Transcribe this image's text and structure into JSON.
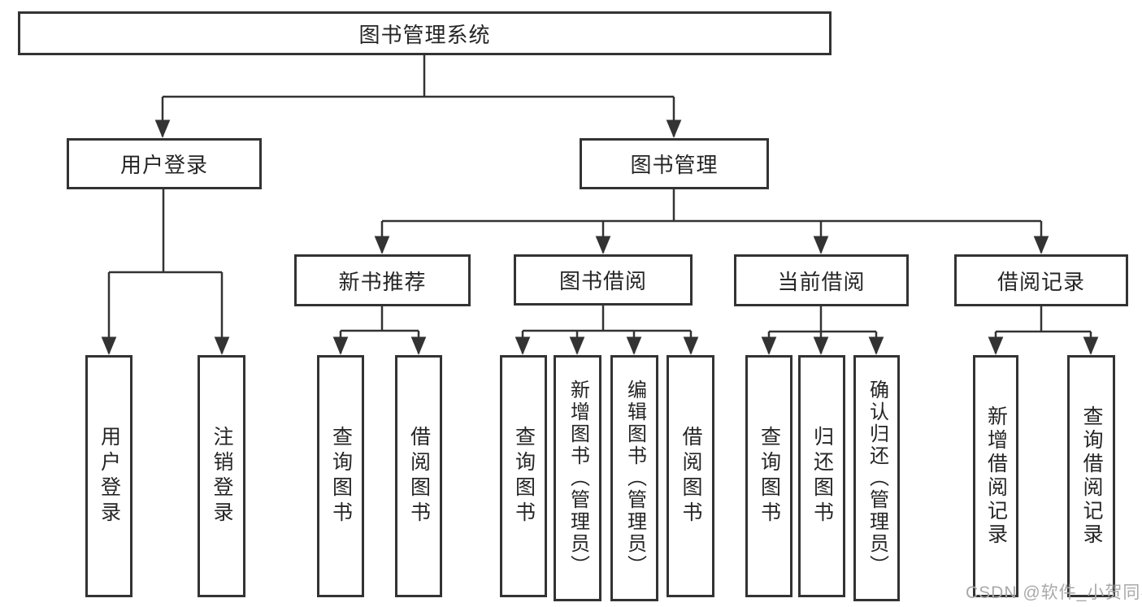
{
  "tree": {
    "root": {
      "label": "图书管理系统",
      "children": [
        {
          "label": "用户登录",
          "children": [
            {
              "label": "用户登录"
            },
            {
              "label": "注销登录"
            }
          ]
        },
        {
          "label": "图书管理",
          "children": [
            {
              "label": "新书推荐",
              "children": [
                {
                  "label": "查询图书"
                },
                {
                  "label": "借阅图书"
                }
              ]
            },
            {
              "label": "图书借阅",
              "children": [
                {
                  "label": "查询图书"
                },
                {
                  "label": "新增图书（管理员）"
                },
                {
                  "label": "编辑图书（管理员）"
                },
                {
                  "label": "借阅图书"
                }
              ]
            },
            {
              "label": "当前借阅",
              "children": [
                {
                  "label": "查询图书"
                },
                {
                  "label": "归还图书"
                },
                {
                  "label": "确认归还（管理员）"
                }
              ]
            },
            {
              "label": "借阅记录",
              "children": [
                {
                  "label": "新增借阅记录"
                },
                {
                  "label": "查询借阅记录"
                }
              ]
            }
          ]
        }
      ]
    }
  },
  "watermark": {
    "text": "CSDN @软件_小贺同学"
  },
  "colors": {
    "line": "#333333",
    "text": "#252525",
    "watermark": "#a9a9a9",
    "background": "#ffffff"
  }
}
